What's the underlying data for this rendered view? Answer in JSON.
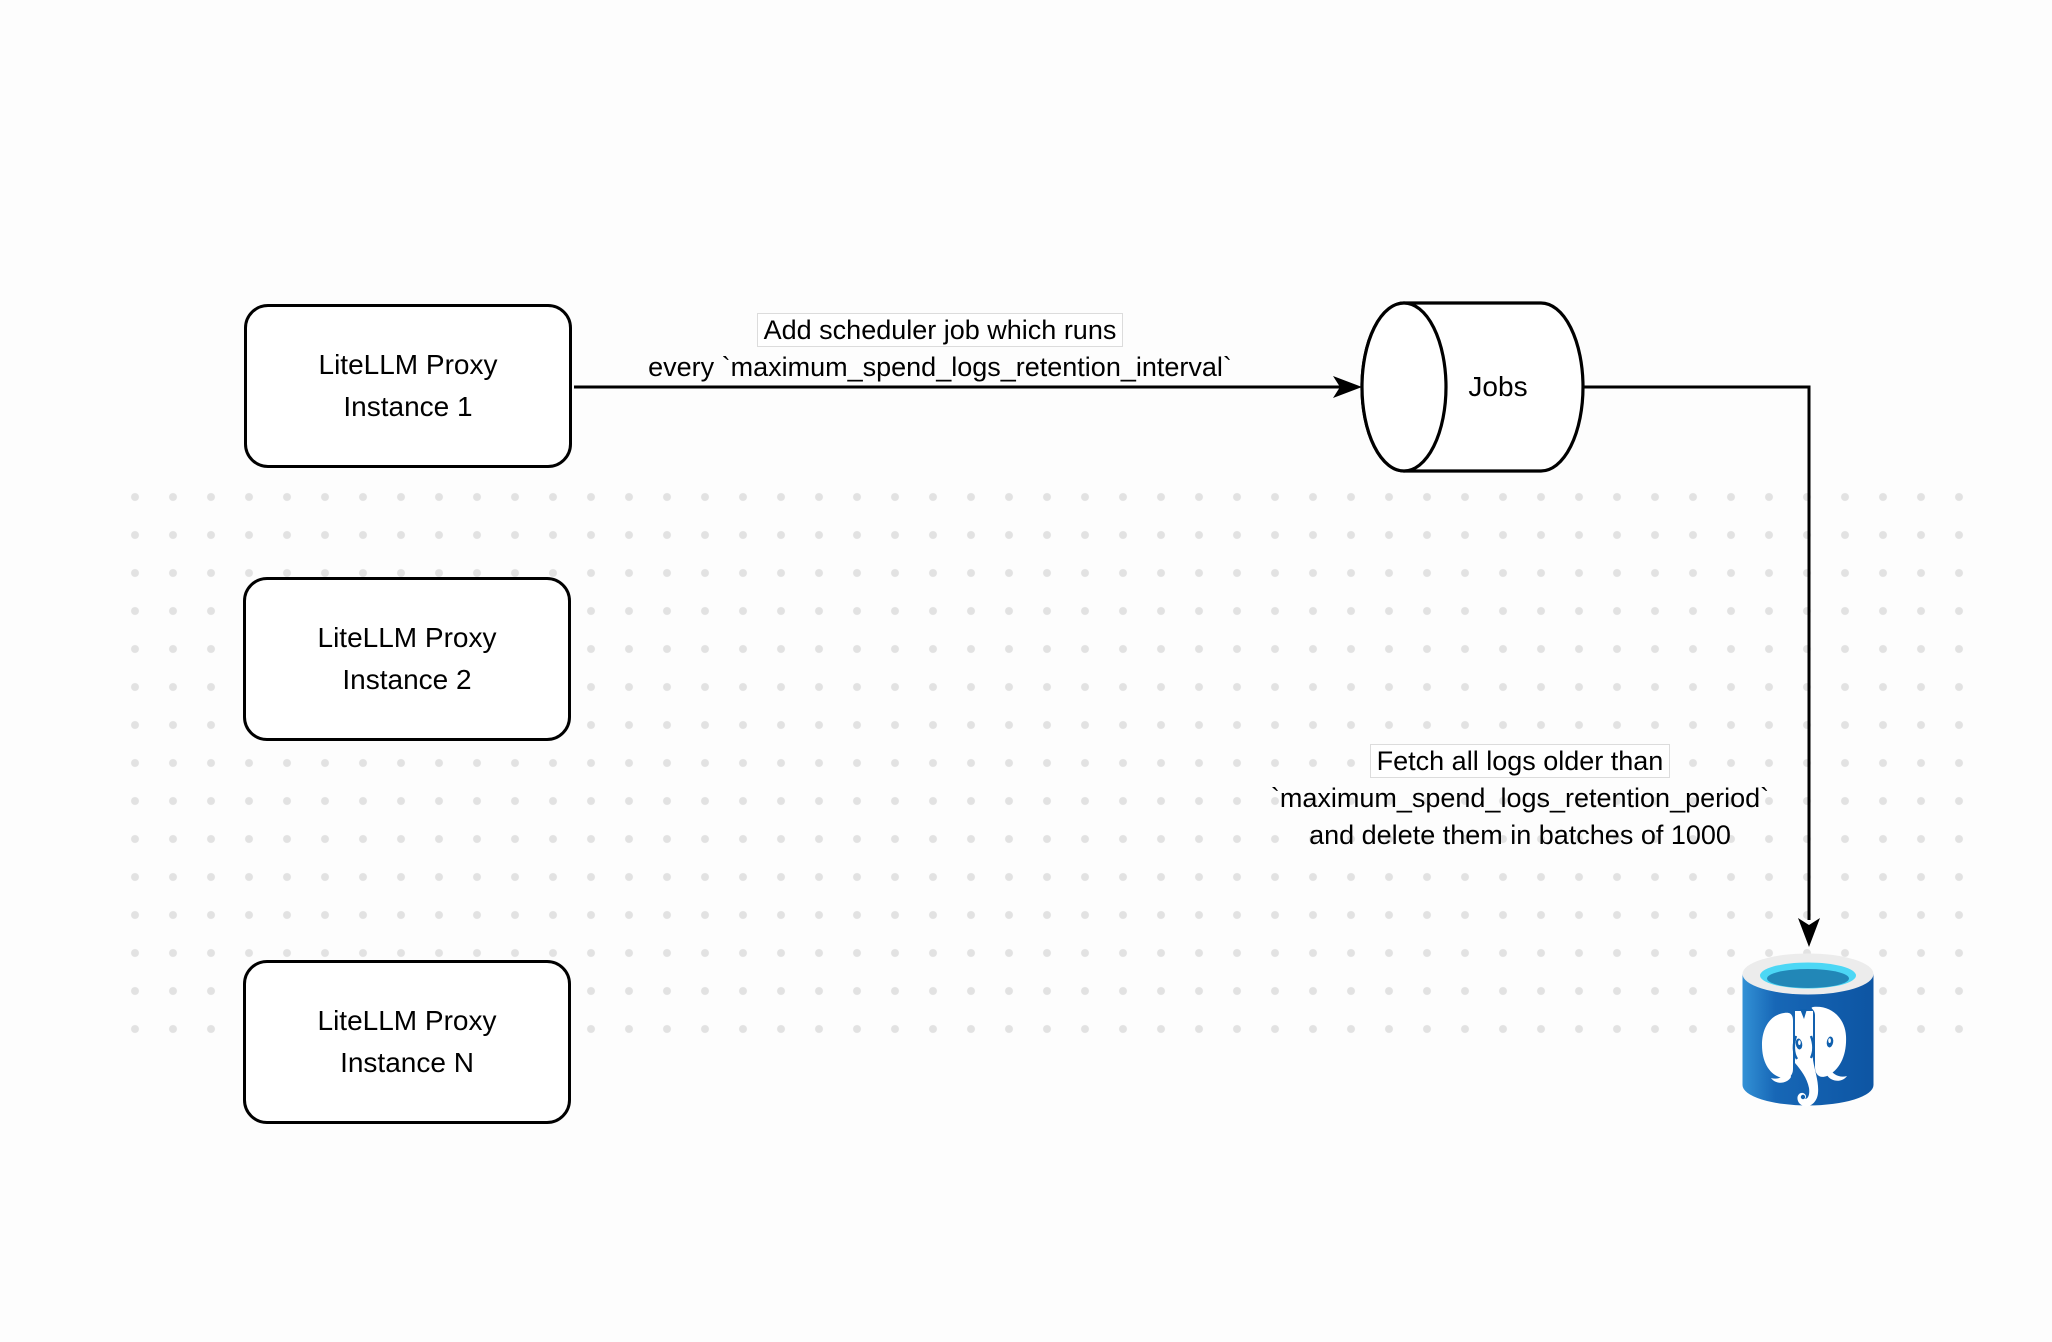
{
  "diagram": {
    "nodes": {
      "instance1": {
        "line1": "LiteLLM Proxy",
        "line2": "Instance 1"
      },
      "instance2": {
        "line1": "LiteLLM Proxy",
        "line2": "Instance 2"
      },
      "instanceN": {
        "line1": "LiteLLM Proxy",
        "line2": "Instance N"
      },
      "jobs": {
        "label": "Jobs"
      }
    },
    "edges": {
      "scheduler": {
        "line1": "Add scheduler job which runs",
        "line2": "every `maximum_spend_logs_retention_interval`"
      },
      "cleanup": {
        "line1": "Fetch all logs older than",
        "line2": "`maximum_spend_logs_retention_period`",
        "line3": "and delete them in batches of 1000"
      }
    },
    "icons": {
      "postgres": "postgresql-database-icon",
      "jobs_shape": "horizontal-cylinder-shape"
    },
    "colors": {
      "stroke": "#000000",
      "shape_fill": "#ffffff",
      "background": "#fdfdfd",
      "grid_dot": "#e2e2e2",
      "label_frame_border": "#dcdcdc",
      "postgres_body": "#1565b4",
      "postgres_body_light": "#3391d6",
      "postgres_body_dark": "#0d55a3",
      "postgres_rim": "#ececec",
      "postgres_opening_cyan": "#4cd7f5",
      "postgres_opening_deep": "#2287b7",
      "postgres_logo": "#ffffff"
    }
  }
}
